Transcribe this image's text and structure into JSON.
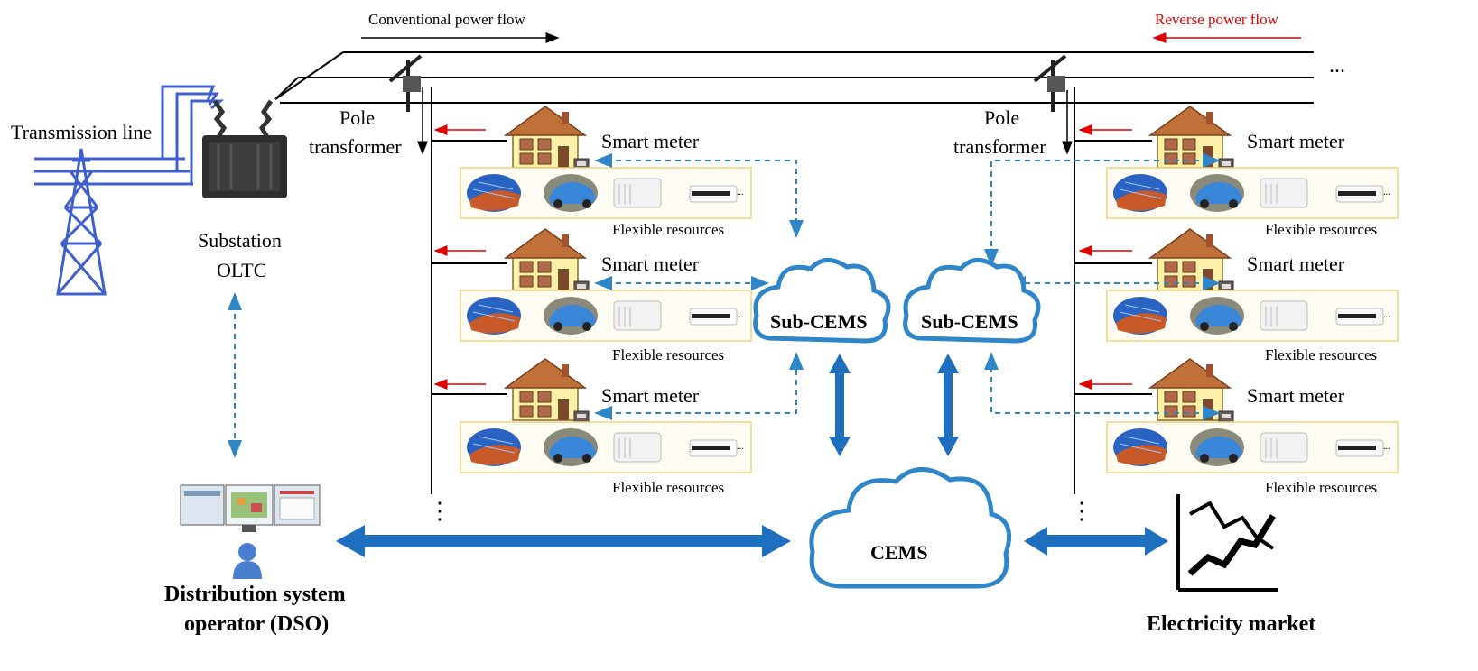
{
  "flows": {
    "conventional": "Conventional power flow",
    "reverse": "Reverse power flow",
    "continuation": "..."
  },
  "grid": {
    "transmission_line": "Transmission line",
    "substation_line1": "Substation",
    "substation_line2": "OLTC",
    "pole_transformer_line1": "Pole",
    "pole_transformer_line2": "transformer"
  },
  "houses": {
    "smart_meter": "Smart meter",
    "flexible_resources": "Flexible resources",
    "appliance_ellipsis": "..."
  },
  "control": {
    "sub_cems": "Sub-CEMS",
    "cems": "CEMS",
    "dso_line1": "Distribution system",
    "dso_line2": "operator (DSO)",
    "market": "Electricity market"
  },
  "colors": {
    "accent_blue": "#1f6fbf",
    "dashed_link": "#2e86c8",
    "reverse_flow": "#e00000",
    "tower_blue": "#3f5fcf",
    "resource_box_border": "#f2d27a"
  }
}
